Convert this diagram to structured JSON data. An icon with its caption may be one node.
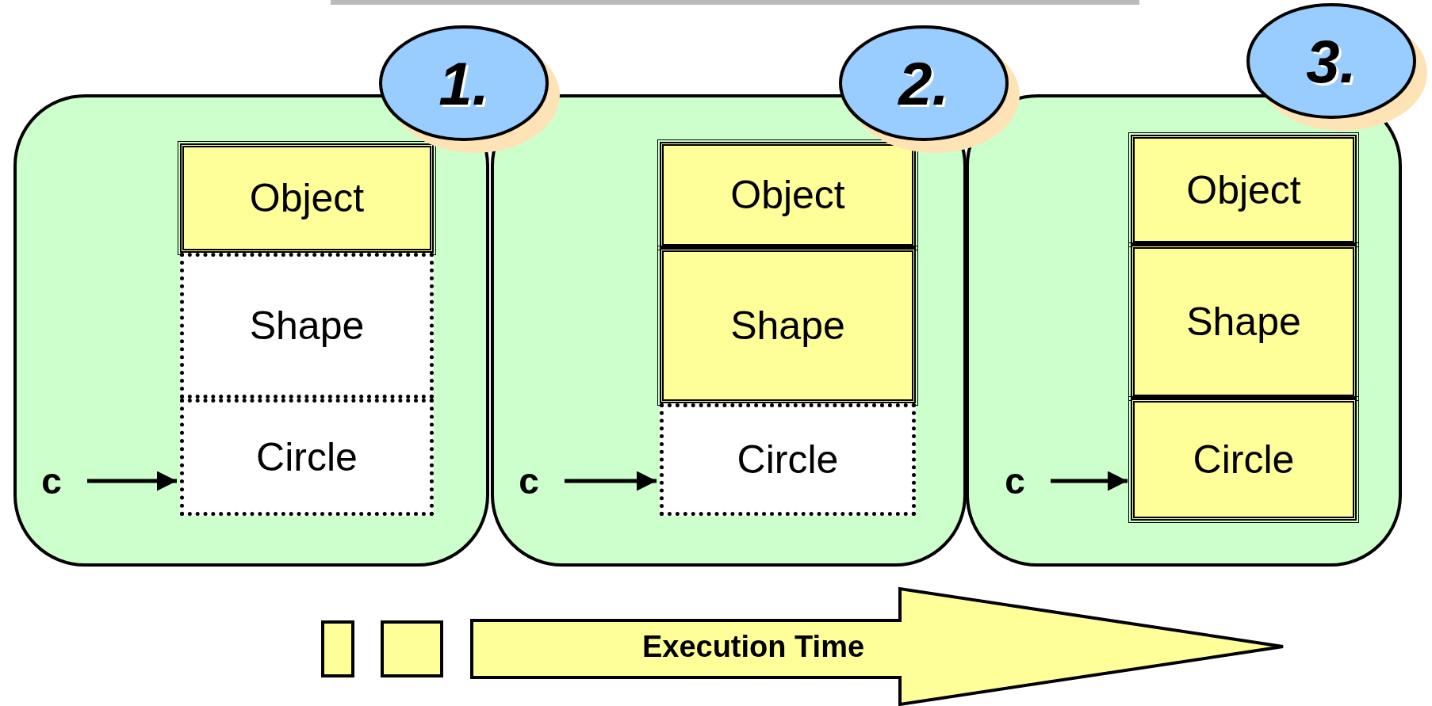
{
  "diagram": {
    "nodes": [
      {
        "text": [],
        "shape": "box"
      },
      {
        "text": [
          "1."
        ]
      },
      {
        "text": [
          "Object"
        ],
        "in": 0
      },
      {
        "text": [
          "Shape"
        ],
        "in": 0
      },
      {
        "text": [
          "Circle"
        ],
        "in": 0
      },
      {
        "text": [
          "c"
        ],
        "in": 0
      },
      {
        "text": [],
        "shape": "box"
      },
      {
        "text": [
          "2."
        ]
      },
      {
        "text": [
          "Object"
        ],
        "in": 6
      },
      {
        "text": [
          "Shape"
        ],
        "in": 6
      },
      {
        "text": [
          "Circle"
        ],
        "in": 6
      },
      {
        "text": [
          "c"
        ],
        "in": 6
      },
      {
        "text": [],
        "shape": "box"
      },
      {
        "text": [
          "3."
        ]
      },
      {
        "text": [
          "Object"
        ],
        "in": 12
      },
      {
        "text": [
          "Shape"
        ],
        "in": 12
      },
      {
        "text": [
          "Circle"
        ],
        "in": 12
      },
      {
        "text": [
          "c"
        ],
        "in": 12
      },
      {
        "text": [
          "Execution Time"
        ]
      }
    ],
    "edges": [
      {
        "from": 5,
        "to": 4,
        "arrow": "to"
      },
      {
        "from": 11,
        "to": 10,
        "arrow": "to"
      },
      {
        "from": 17,
        "to": 16,
        "arrow": "to"
      }
    ]
  }
}
